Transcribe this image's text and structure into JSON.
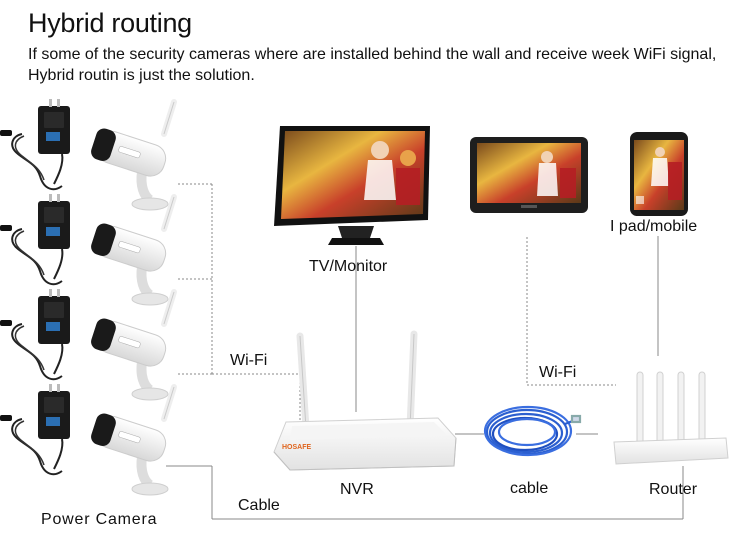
{
  "header": {
    "title": "Hybrid routing",
    "subtitle": "If some of the security cameras where are installed behind the wall and receive week WiFi signal, Hybrid routin is just the solution."
  },
  "labels": {
    "tv": "TV/Monitor",
    "ipad": "I pad/mobile",
    "wifi_left": "Wi-Fi",
    "wifi_right": "Wi-Fi",
    "nvr": "NVR",
    "cable": "cable",
    "router": "Router",
    "cable_line": "Cable",
    "power_camera": "Power Camera"
  },
  "nvr_brand": "HOSAFE"
}
